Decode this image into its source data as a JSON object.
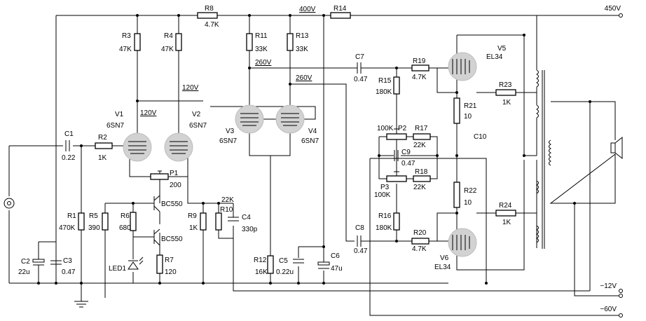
{
  "labels": {
    "r8": "R8",
    "r8v": "4.7K",
    "v400": "400V",
    "r14": "R14",
    "v450": "450V",
    "r3": "R3",
    "r3v": "47K",
    "r4": "R4",
    "r4v": "47K",
    "r11": "R11",
    "r11v": "33K",
    "r13": "R13",
    "r13v": "33K",
    "v260a": "260V",
    "v260b": "260V",
    "v120a": "120V",
    "v120b": "120V",
    "c7": "C7",
    "c7v": "0.47",
    "r19": "R19",
    "r19v": "4.7K",
    "r15": "R15",
    "r15v": "180K",
    "v5": "V5",
    "v5t": "EL34",
    "r23": "R23",
    "r23v": "1K",
    "r21": "R21",
    "r21v": "10",
    "c10": "C10",
    "v1": "V1",
    "v1t": "6SN7",
    "v2": "V2",
    "v2t": "6SN7",
    "v3": "V3",
    "v3t": "6SN7",
    "v4": "V4",
    "v4t": "6SN7",
    "p2v": "100K",
    "p2": "P2",
    "r17": "R17",
    "r17v": "22K",
    "c9": "C9",
    "c9v": "0.47",
    "p3": "P3",
    "p3v": "100K",
    "r18": "R18",
    "r18v": "22K",
    "c1": "C1",
    "c1v": "0.22",
    "r2": "R2",
    "r2v": "1K",
    "p1": "P1",
    "p1v": "200",
    "r22": "R22",
    "r22v": "10",
    "r24": "R24",
    "r24v": "1K",
    "r10v": "22K",
    "r10": "R10",
    "c4": "C4",
    "c4v": "330p",
    "q1": "BC550",
    "q2": "BC550",
    "r5": "R5",
    "r5v": "390",
    "r6": "R6",
    "r6v": "680",
    "r1": "R1",
    "r1v": "470K",
    "r9": "R9",
    "r9v": "1K",
    "r16": "R16",
    "r16v": "180K",
    "c8": "C8",
    "c8v": "0.47",
    "r20": "R20",
    "r20v": "4.7K",
    "v6": "V6",
    "v6t": "EL34",
    "c2": "C2",
    "c2v": "22u",
    "c3": "C3",
    "c3v": "0.47",
    "led": "LED1",
    "r7": "R7",
    "r7v": "120",
    "r12": "R12",
    "r12v": "16K",
    "c5": "C5",
    "c5v": "0.22u",
    "c6": "C6",
    "c6v": "47u",
    "vm12": "−12V",
    "vm60": "−60V"
  }
}
